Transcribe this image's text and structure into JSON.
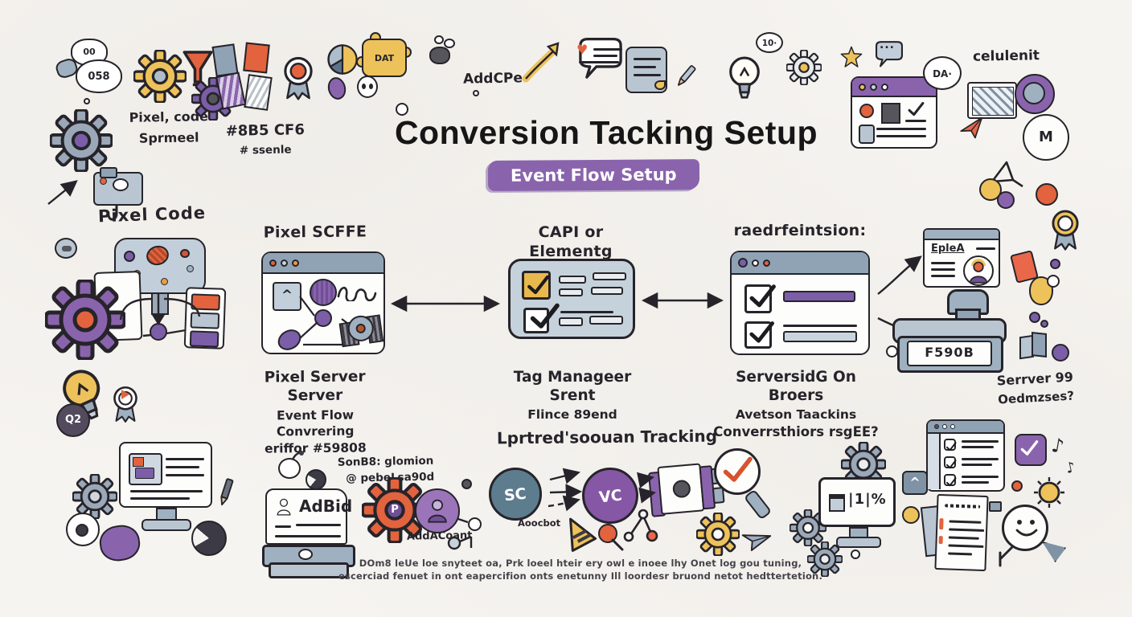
{
  "colors": {
    "paper": "#f6f4f0",
    "ink": "#26242a",
    "purple": "#8a63ad",
    "purple_dark": "#6f4f96",
    "gray_blue": "#9fb0c0",
    "panel_blue": "#c2cfda",
    "orange": "#e2633e",
    "yellow": "#eec25a",
    "teal": "#5d7d8e"
  },
  "header": {
    "title": "Conversion Tacking Setup",
    "badge": "Event Flow Setup"
  },
  "top_left": {
    "blob_top": "00",
    "blob_bottom": "058",
    "note_line1": "Pixel, code",
    "note_line2": "Sprmeel",
    "hex_line1": "#8B5 CF6",
    "hex_line2": "# ssenle",
    "pixel_code_label": "Pixel Code"
  },
  "top_row": {
    "puzzle_label": "DAT",
    "addcpe_label": "AddCPe",
    "bulb_bubble": "10·",
    "dots_bubble": "...",
    "da_bubble": "DA·",
    "right_label": "celulenit",
    "m_circle": "M"
  },
  "flow": {
    "columns": [
      {
        "header": "Pixel SCFFE",
        "caption": [
          "Pixel Server Server",
          "Event Flow Convrering",
          "eriffor #59808"
        ]
      },
      {
        "header": "CAPI or Elementg",
        "caption": [
          "Tag Manageer Srent",
          "Flince 89end"
        ]
      },
      {
        "header": "raedrfeintsion:",
        "caption": [
          "ServersidG On Broers",
          "Avetson Taackins",
          "Converrsthiors rsgEE?"
        ]
      }
    ]
  },
  "right_side": {
    "profile_card_label": "EpleA",
    "stamp_label": "F590B",
    "server_line1": "Serrver 99",
    "server_line2": "Oedmzses?"
  },
  "bottom": {
    "section_title": "Lprtred'soouan Tracking",
    "source_line1": "SonB8: glomion",
    "source_line2": "@ pebeLsa90d",
    "ad_card_label": "AdBid",
    "account_label": "AddACoant",
    "sc_circle": "SC",
    "vc_circle": "VC",
    "robot_caption": "Aoocbot",
    "monitor_value": "|1|%",
    "q2_badge": "Q2",
    "gear_core": "P",
    "caption_line1": "DOm8 leUe loe snyteet oa,  Prk loeel hteir ery owl e inoee lhy  Onet log gou tuning,",
    "caption_line2": "escerciad fenuet in ont eapercifion onts enetunny Ill loordesr bruond netot hedttertetion."
  },
  "icons": {
    "music_note": "♪",
    "heart": "♥",
    "caret": "^"
  }
}
